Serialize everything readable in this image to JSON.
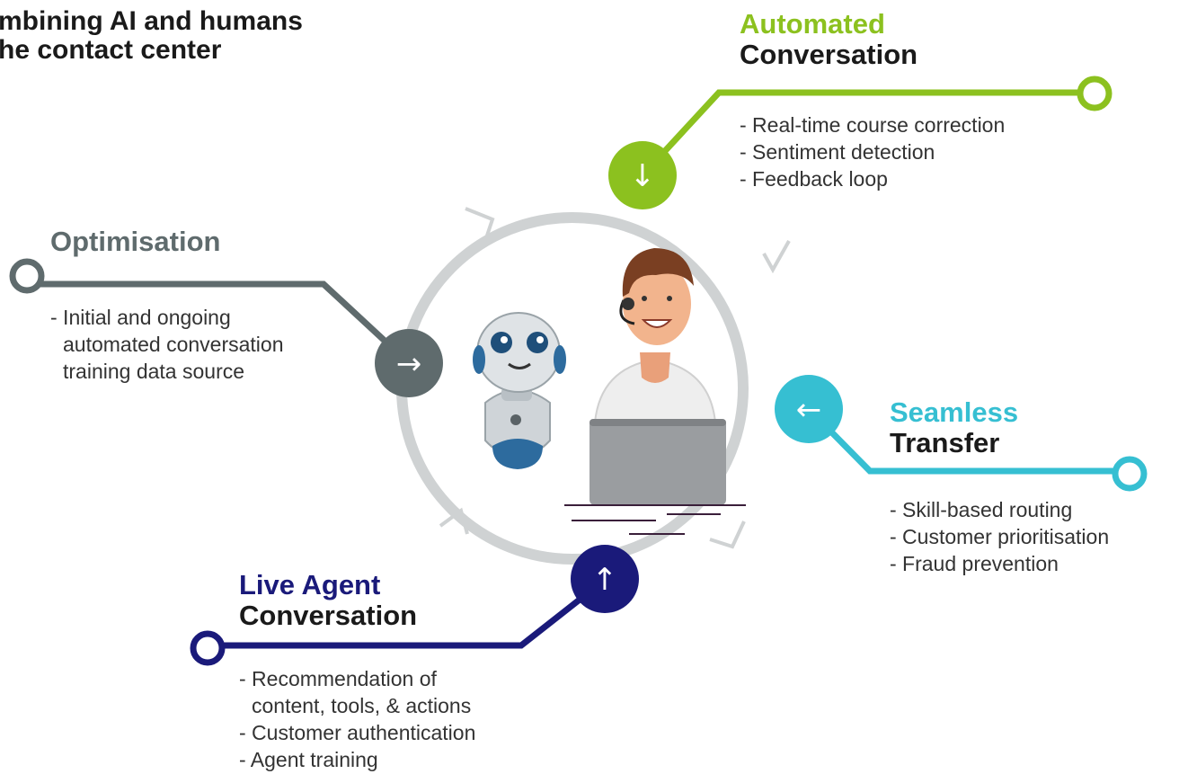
{
  "title": {
    "line1": "mbining AI and humans",
    "line2": "he contact center"
  },
  "colors": {
    "automated": "#8cc11f",
    "transfer": "#36bfd2",
    "live": "#1a1a7a",
    "optimisation": "#5f6b6d",
    "cycle": "#cfd2d3"
  },
  "stages": {
    "automated": {
      "label_color": "Automated",
      "label_dark": "Conversation",
      "arrow": "↓",
      "items": [
        "- Real-time course correction",
        "- Sentiment detection",
        "- Feedback loop"
      ]
    },
    "transfer": {
      "label_color": "Seamless",
      "label_dark": "Transfer",
      "arrow": "←",
      "items": [
        "- Skill-based routing",
        "- Customer prioritisation",
        "- Fraud prevention"
      ]
    },
    "live": {
      "label_color": "Live Agent",
      "label_dark": "Conversation",
      "arrow": "↑",
      "items": [
        "- Recommendation of",
        "content, tools, & actions",
        "- Customer authentication",
        "- Agent training"
      ]
    },
    "optimisation": {
      "label_color": "Optimisation",
      "arrow": "→",
      "items": [
        "- Initial and ongoing",
        "automated conversation",
        "training data source"
      ]
    }
  }
}
